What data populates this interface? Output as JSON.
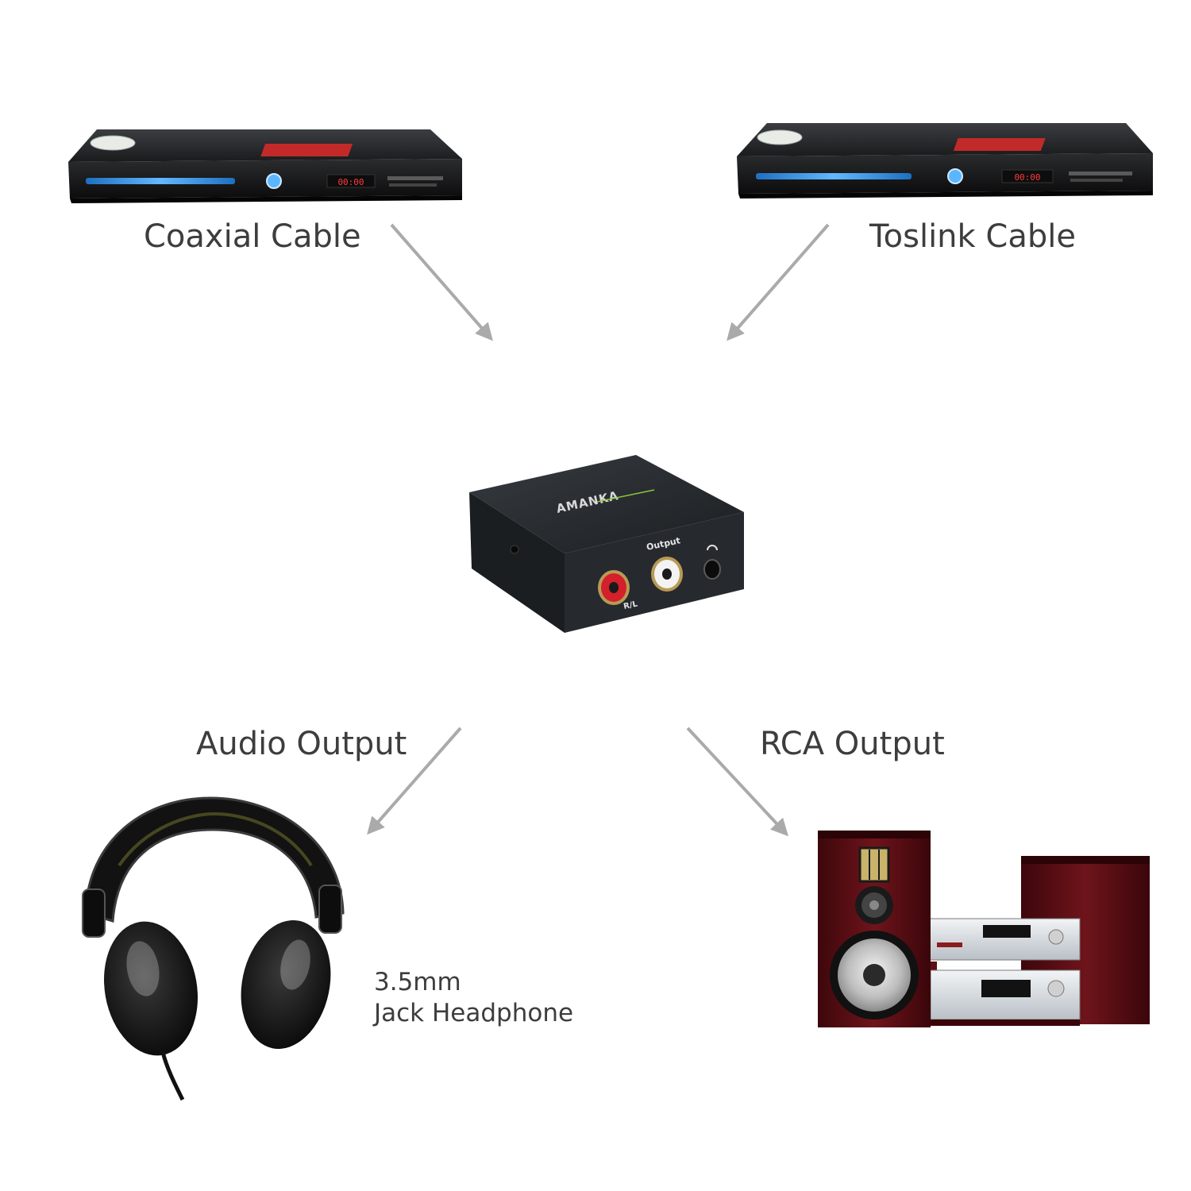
{
  "labels": {
    "coaxial": "Coaxial Cable",
    "toslink": "Toslink Cable",
    "audio_output": "Audio Output",
    "rca_output": "RCA Output",
    "headphone_line1": "3.5mm",
    "headphone_line2": "Jack Headphone"
  },
  "device": {
    "brand": "AMANKA",
    "output_label": "Output",
    "rl_label": "R/L",
    "player_display": "00:00"
  },
  "colors": {
    "text": "#3d3d3d",
    "arrow": "#aaaaaa",
    "device_body": "#262a2e",
    "rca_red": "#d3202a",
    "player_blue": "#2b8fe3",
    "speaker_wood": "#5b0f14"
  }
}
